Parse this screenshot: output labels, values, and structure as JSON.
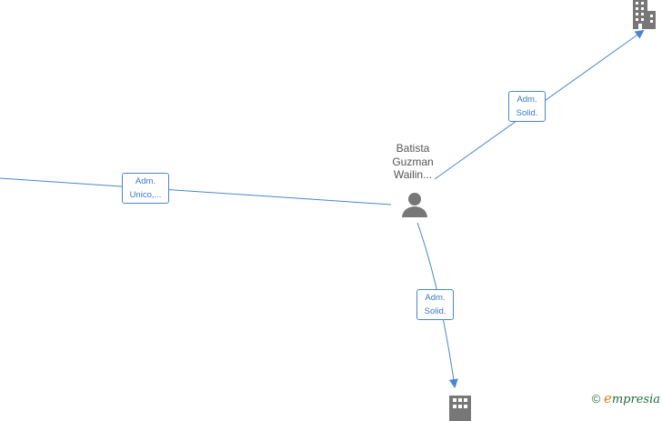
{
  "person": {
    "name_lines": [
      "Batista",
      "Guzman",
      "Wailin..."
    ],
    "icon": "person-icon"
  },
  "companies": [
    {
      "icon": "building-icon"
    },
    {
      "icon": "building-icon"
    }
  ],
  "edges": [
    {
      "label_lines": [
        "Adm.",
        "Unico,..."
      ]
    },
    {
      "label_lines": [
        "Adm.",
        "Solid."
      ]
    },
    {
      "label_lines": [
        "Adm.",
        "Solid."
      ]
    }
  ],
  "footer": {
    "copyright": "©",
    "brand_initial": "e",
    "brand_rest": "mpresia"
  },
  "colors": {
    "edge": "#4a86d0",
    "node_icon": "#777777"
  }
}
